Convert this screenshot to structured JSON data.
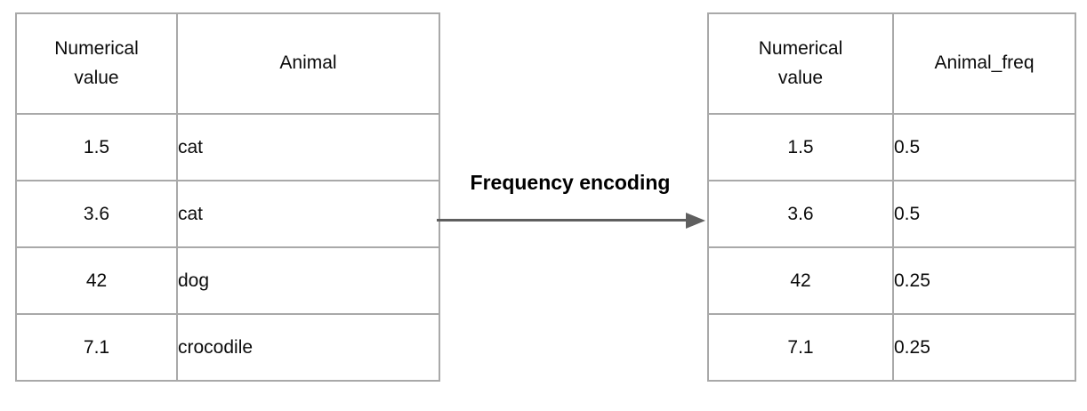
{
  "connector": {
    "label": "Frequency encoding"
  },
  "left_table": {
    "headers": [
      "Numerical value",
      "Animal"
    ],
    "rows": [
      [
        "1.5",
        "cat"
      ],
      [
        "3.6",
        "cat"
      ],
      [
        "42",
        "dog"
      ],
      [
        "7.1",
        "crocodile"
      ]
    ]
  },
  "right_table": {
    "headers": [
      "Numerical value",
      "Animal_freq"
    ],
    "rows": [
      [
        "1.5",
        "0.5"
      ],
      [
        "3.6",
        "0.5"
      ],
      [
        "42",
        "0.25"
      ],
      [
        "7.1",
        "0.25"
      ]
    ]
  },
  "colors": {
    "table_border": "#a9a9a9",
    "arrow": "#5f5f5f",
    "text": "#000000",
    "background": "#ffffff"
  }
}
